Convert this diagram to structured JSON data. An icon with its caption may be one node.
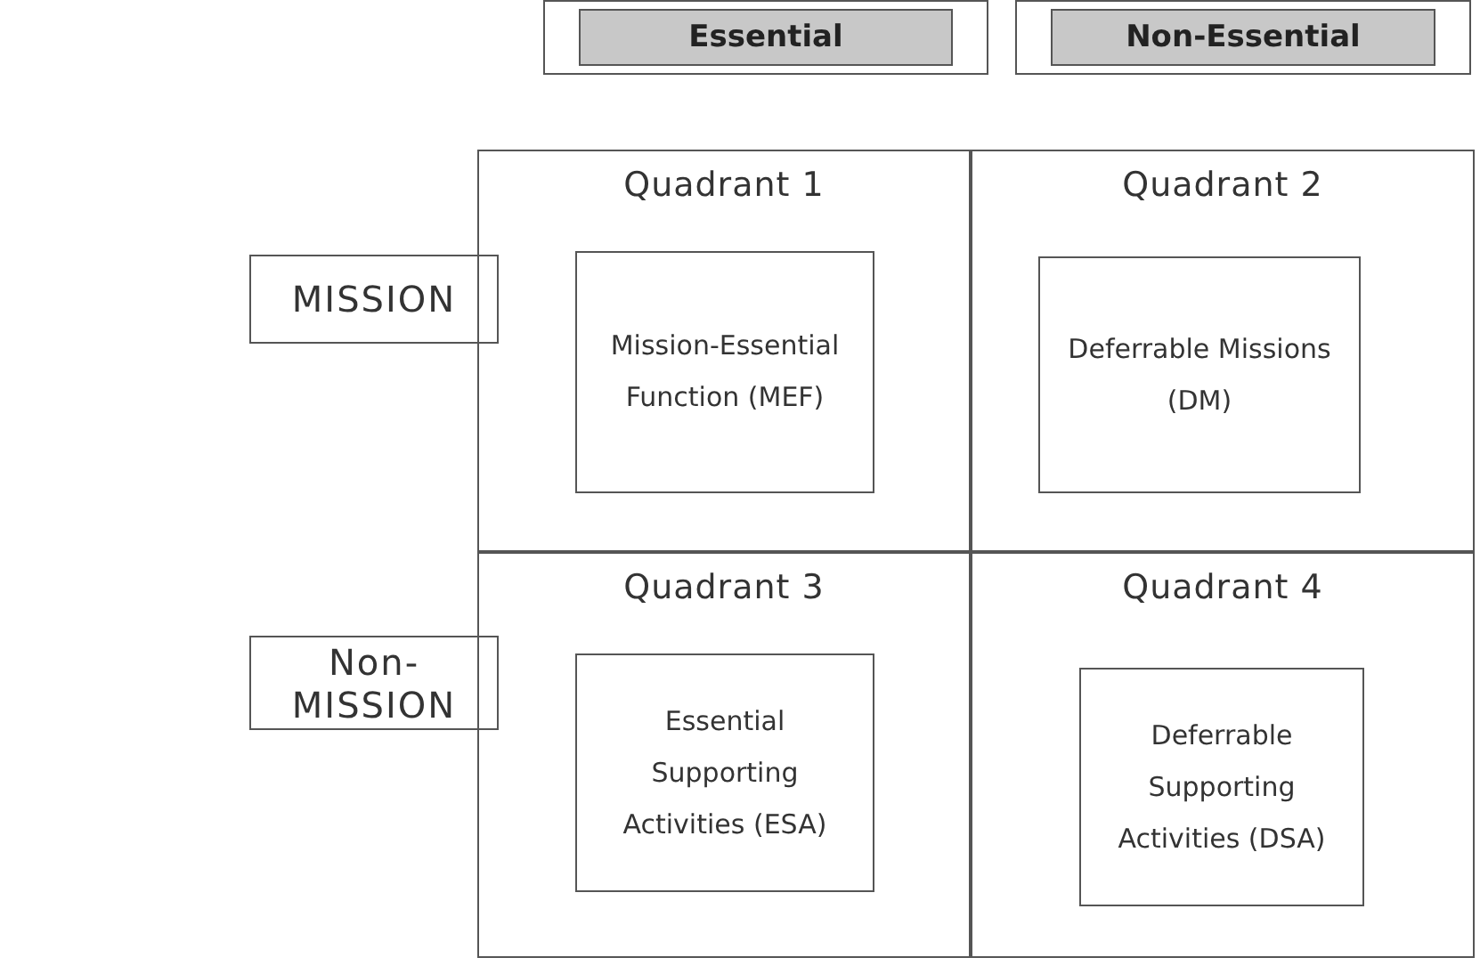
{
  "diagram": {
    "nodes": [
      {
        "text": [
          "Essential"
        ]
      },
      {
        "text": [
          "Non-Essential"
        ]
      },
      {
        "text": [
          "MISSION"
        ]
      },
      {
        "text": [
          "Quadrant 1"
        ]
      },
      {
        "text": [
          "Mission-Essential Function (MEF)"
        ],
        "in": 3
      },
      {
        "text": [
          "Quadrant 2"
        ]
      },
      {
        "text": [
          "Deferrable Missions (DM)"
        ],
        "in": 5
      },
      {
        "text": [
          "Non-MISSION"
        ]
      },
      {
        "text": [
          "Quadrant 3"
        ]
      },
      {
        "text": [
          "Essential Supporting Activities (ESA)"
        ],
        "in": 8
      },
      {
        "text": [
          "Quadrant 4"
        ]
      },
      {
        "text": [
          "Deferrable Supporting Activities (DSA)"
        ],
        "in": 10
      }
    ]
  }
}
